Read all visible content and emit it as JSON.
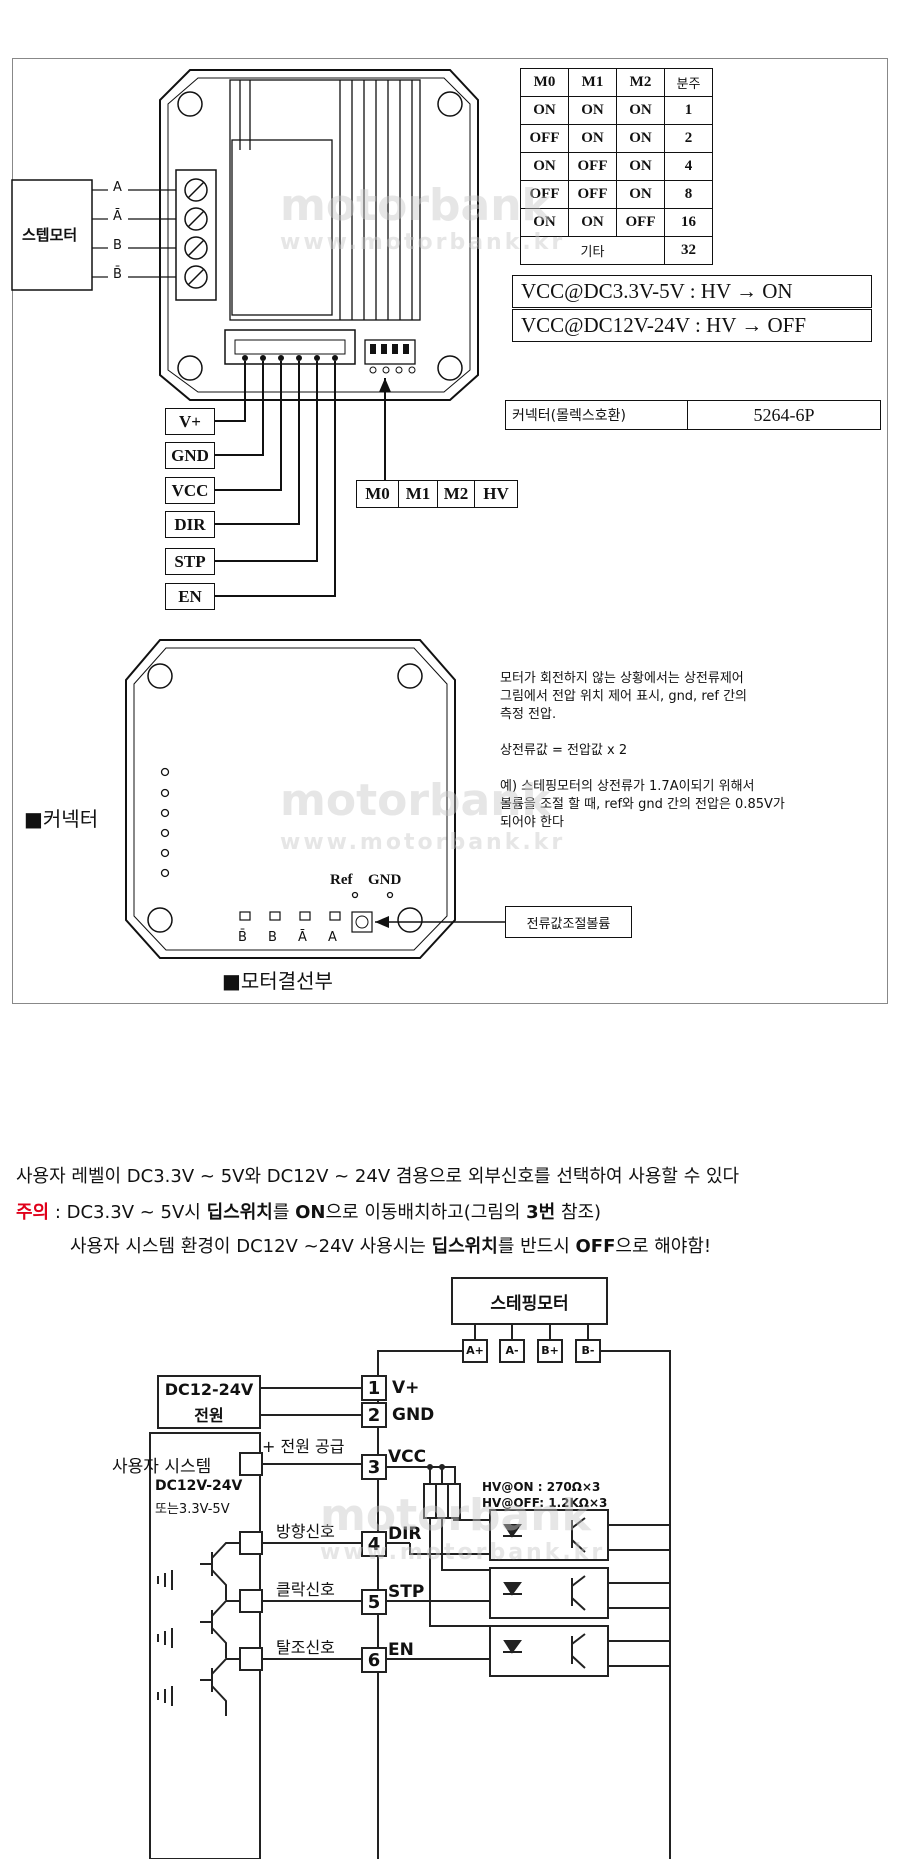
{
  "driver": {
    "motor_label": "스텝모터",
    "coil_pins": [
      "A",
      "Ā",
      "B",
      "B̄"
    ],
    "connector_pins": [
      "V+",
      "GND",
      "VCC",
      "DIR",
      "STP",
      "EN"
    ],
    "dip_labels": [
      "M0",
      "M1",
      "M2",
      "HV"
    ]
  },
  "microstep_table": {
    "header": [
      "M0",
      "M1",
      "M2",
      "분주"
    ],
    "rows": [
      [
        "ON",
        "ON",
        "ON",
        "1"
      ],
      [
        "OFF",
        "ON",
        "ON",
        "2"
      ],
      [
        "ON",
        "OFF",
        "ON",
        "4"
      ],
      [
        "OFF",
        "OFF",
        "ON",
        "8"
      ],
      [
        "ON",
        "ON",
        "OFF",
        "16"
      ]
    ],
    "last_row": {
      "label": "기타",
      "value": "32"
    }
  },
  "vcc_rules": [
    "VCC@DC3.3V-5V : HV → ON",
    "VCC@DC12V-24V : HV → OFF"
  ],
  "connector_type": {
    "label": "커넥터(몰렉스호환)",
    "value": "5264-6P"
  },
  "bottom_board": {
    "ref_label": "Ref",
    "gnd_label": "GND",
    "pin_labels": [
      "B̄",
      "B",
      "Ā",
      "A"
    ],
    "note_lines": [
      "모터가 회전하지 않는 상황에서는 상전류제어",
      "그림에서 전압 위치 제어 표시, gnd, ref 간의",
      "측정 전압.",
      "",
      "상전류값 = 전압값 x 2",
      "",
      "예) 스테핑모터의 상전류가 1.7A이되기 위해서",
      "볼륨을 조절 할 때, ref와 gnd 간의 전압은 0.85V가",
      "되어야 한다"
    ],
    "volume_label": "전류값조절볼륨",
    "connector_caption": "■커넥터",
    "motor_caption": "■모터결선부"
  },
  "instructions": {
    "line1": "사용자 레벨이 DC3.3V ~ 5V와 DC12V ~ 24V 겸용으로 외부신호를 선택하여 사용할 수 있다",
    "caution": "주의",
    "line2a": " : DC3.3V ~ 5V시 ",
    "line2b": "딥스위치",
    "line2c": "를  ",
    "line2d": "ON",
    "line2e": "으로 이동배치하고(그림의 ",
    "line2f": "3번",
    "line2g": " 참조)",
    "line3a": "사용자 시스템 환경이 DC12V ~24V 사용시는 ",
    "line3b": "딥스위치",
    "line3c": "를 반드시 ",
    "line3d": "OFF",
    "line3e": "으로 해야함!"
  },
  "wiring": {
    "stepper": "스테핑모터",
    "motor_pins": [
      "A+",
      "A-",
      "B+",
      "B-"
    ],
    "power_box_line1": "DC12-24V",
    "power_box_line2": "전원",
    "user_system": "사용자 시스템",
    "user_v1": "DC12V-24V",
    "user_v2": "또는3.3V-5V",
    "power_supply": "+ 전원 공급",
    "pins": [
      {
        "num": "1",
        "name": "V+"
      },
      {
        "num": "2",
        "name": "GND"
      },
      {
        "num": "3",
        "name": "VCC"
      },
      {
        "num": "4",
        "name": "DIR"
      },
      {
        "num": "5",
        "name": "STP"
      },
      {
        "num": "6",
        "name": "EN"
      }
    ],
    "signals": [
      "방향신호",
      "클락신호",
      "탈조신호"
    ],
    "hv_on": "HV@ON : 270Ω×3",
    "hv_off": "HV@OFF: 1.2KΩ×3"
  },
  "watermark": "motorbank",
  "watermark_url": "www.motorbank.kr"
}
